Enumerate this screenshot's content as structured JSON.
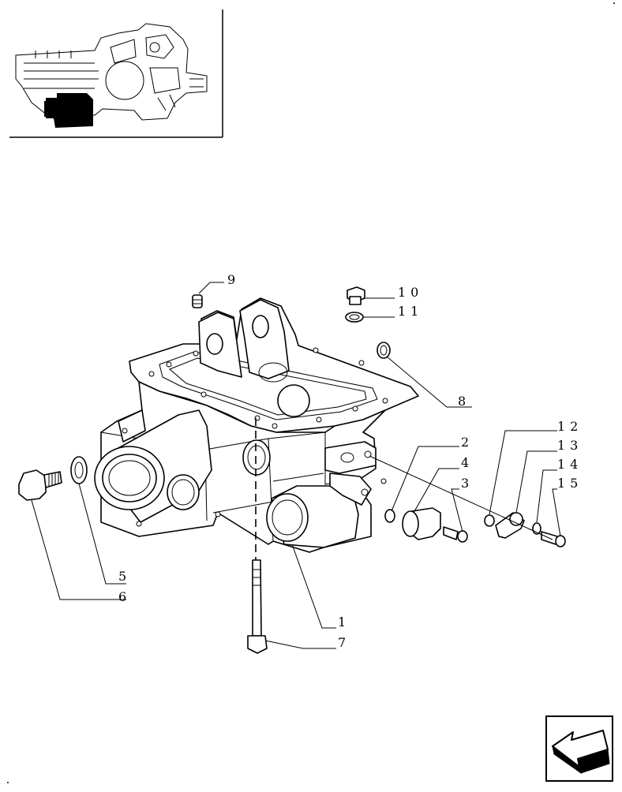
{
  "callouts": [
    {
      "id": "c1",
      "label": "1"
    },
    {
      "id": "c2",
      "label": "2"
    },
    {
      "id": "c3",
      "label": "3"
    },
    {
      "id": "c4",
      "label": "4"
    },
    {
      "id": "c5",
      "label": "5"
    },
    {
      "id": "c6",
      "label": "6"
    },
    {
      "id": "c7",
      "label": "7"
    },
    {
      "id": "c8",
      "label": "8"
    },
    {
      "id": "c9",
      "label": "9"
    },
    {
      "id": "c10",
      "label": "10"
    },
    {
      "id": "c11",
      "label": "11"
    },
    {
      "id": "c12",
      "label": "12"
    },
    {
      "id": "c13",
      "label": "13"
    },
    {
      "id": "c14",
      "label": "14"
    },
    {
      "id": "c15",
      "label": "15"
    }
  ],
  "icons": {
    "thumbnail": "locator-thumbnail-icon",
    "next": "arrow-navigation-icon"
  }
}
